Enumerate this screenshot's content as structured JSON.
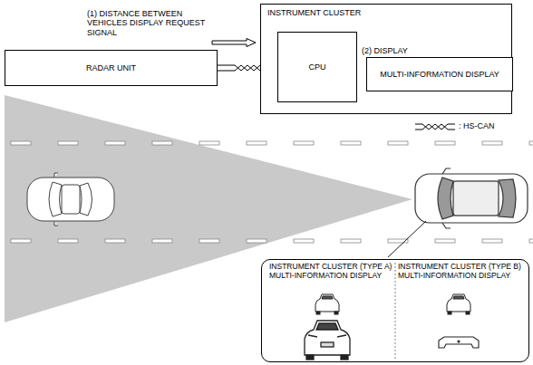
{
  "diagram": {
    "nodes": [
      {
        "text": [
          "RADAR UNIT"
        ]
      },
      {
        "text": [
          "INSTRUMENT CLUSTER"
        ]
      },
      {
        "text": [
          "CPU"
        ],
        "in": 1
      },
      {
        "text": [
          "MULTI-INFORMATION DISPLAY"
        ],
        "in": 1
      },
      {
        "text": [
          "INSTRUMENT CLUSTER (TYPE A) MULTI-INFORMATION DISPLAY",
          "INSTRUMENT CLUSTER (TYPE B) MULTI-INFORMATION DISPLAY"
        ]
      }
    ],
    "edges": [
      {
        "from": 0,
        "to": 2,
        "arrow": "to",
        "label": "(1) DISTANCE BETWEEN VEHICLES DISPLAY REQUEST SIGNAL"
      },
      {
        "from": 2,
        "to": 3,
        "arrow": "to",
        "label": "(2) DISPLAY"
      }
    ],
    "legend": [
      {
        "text": ": HS-CAN"
      }
    ]
  }
}
